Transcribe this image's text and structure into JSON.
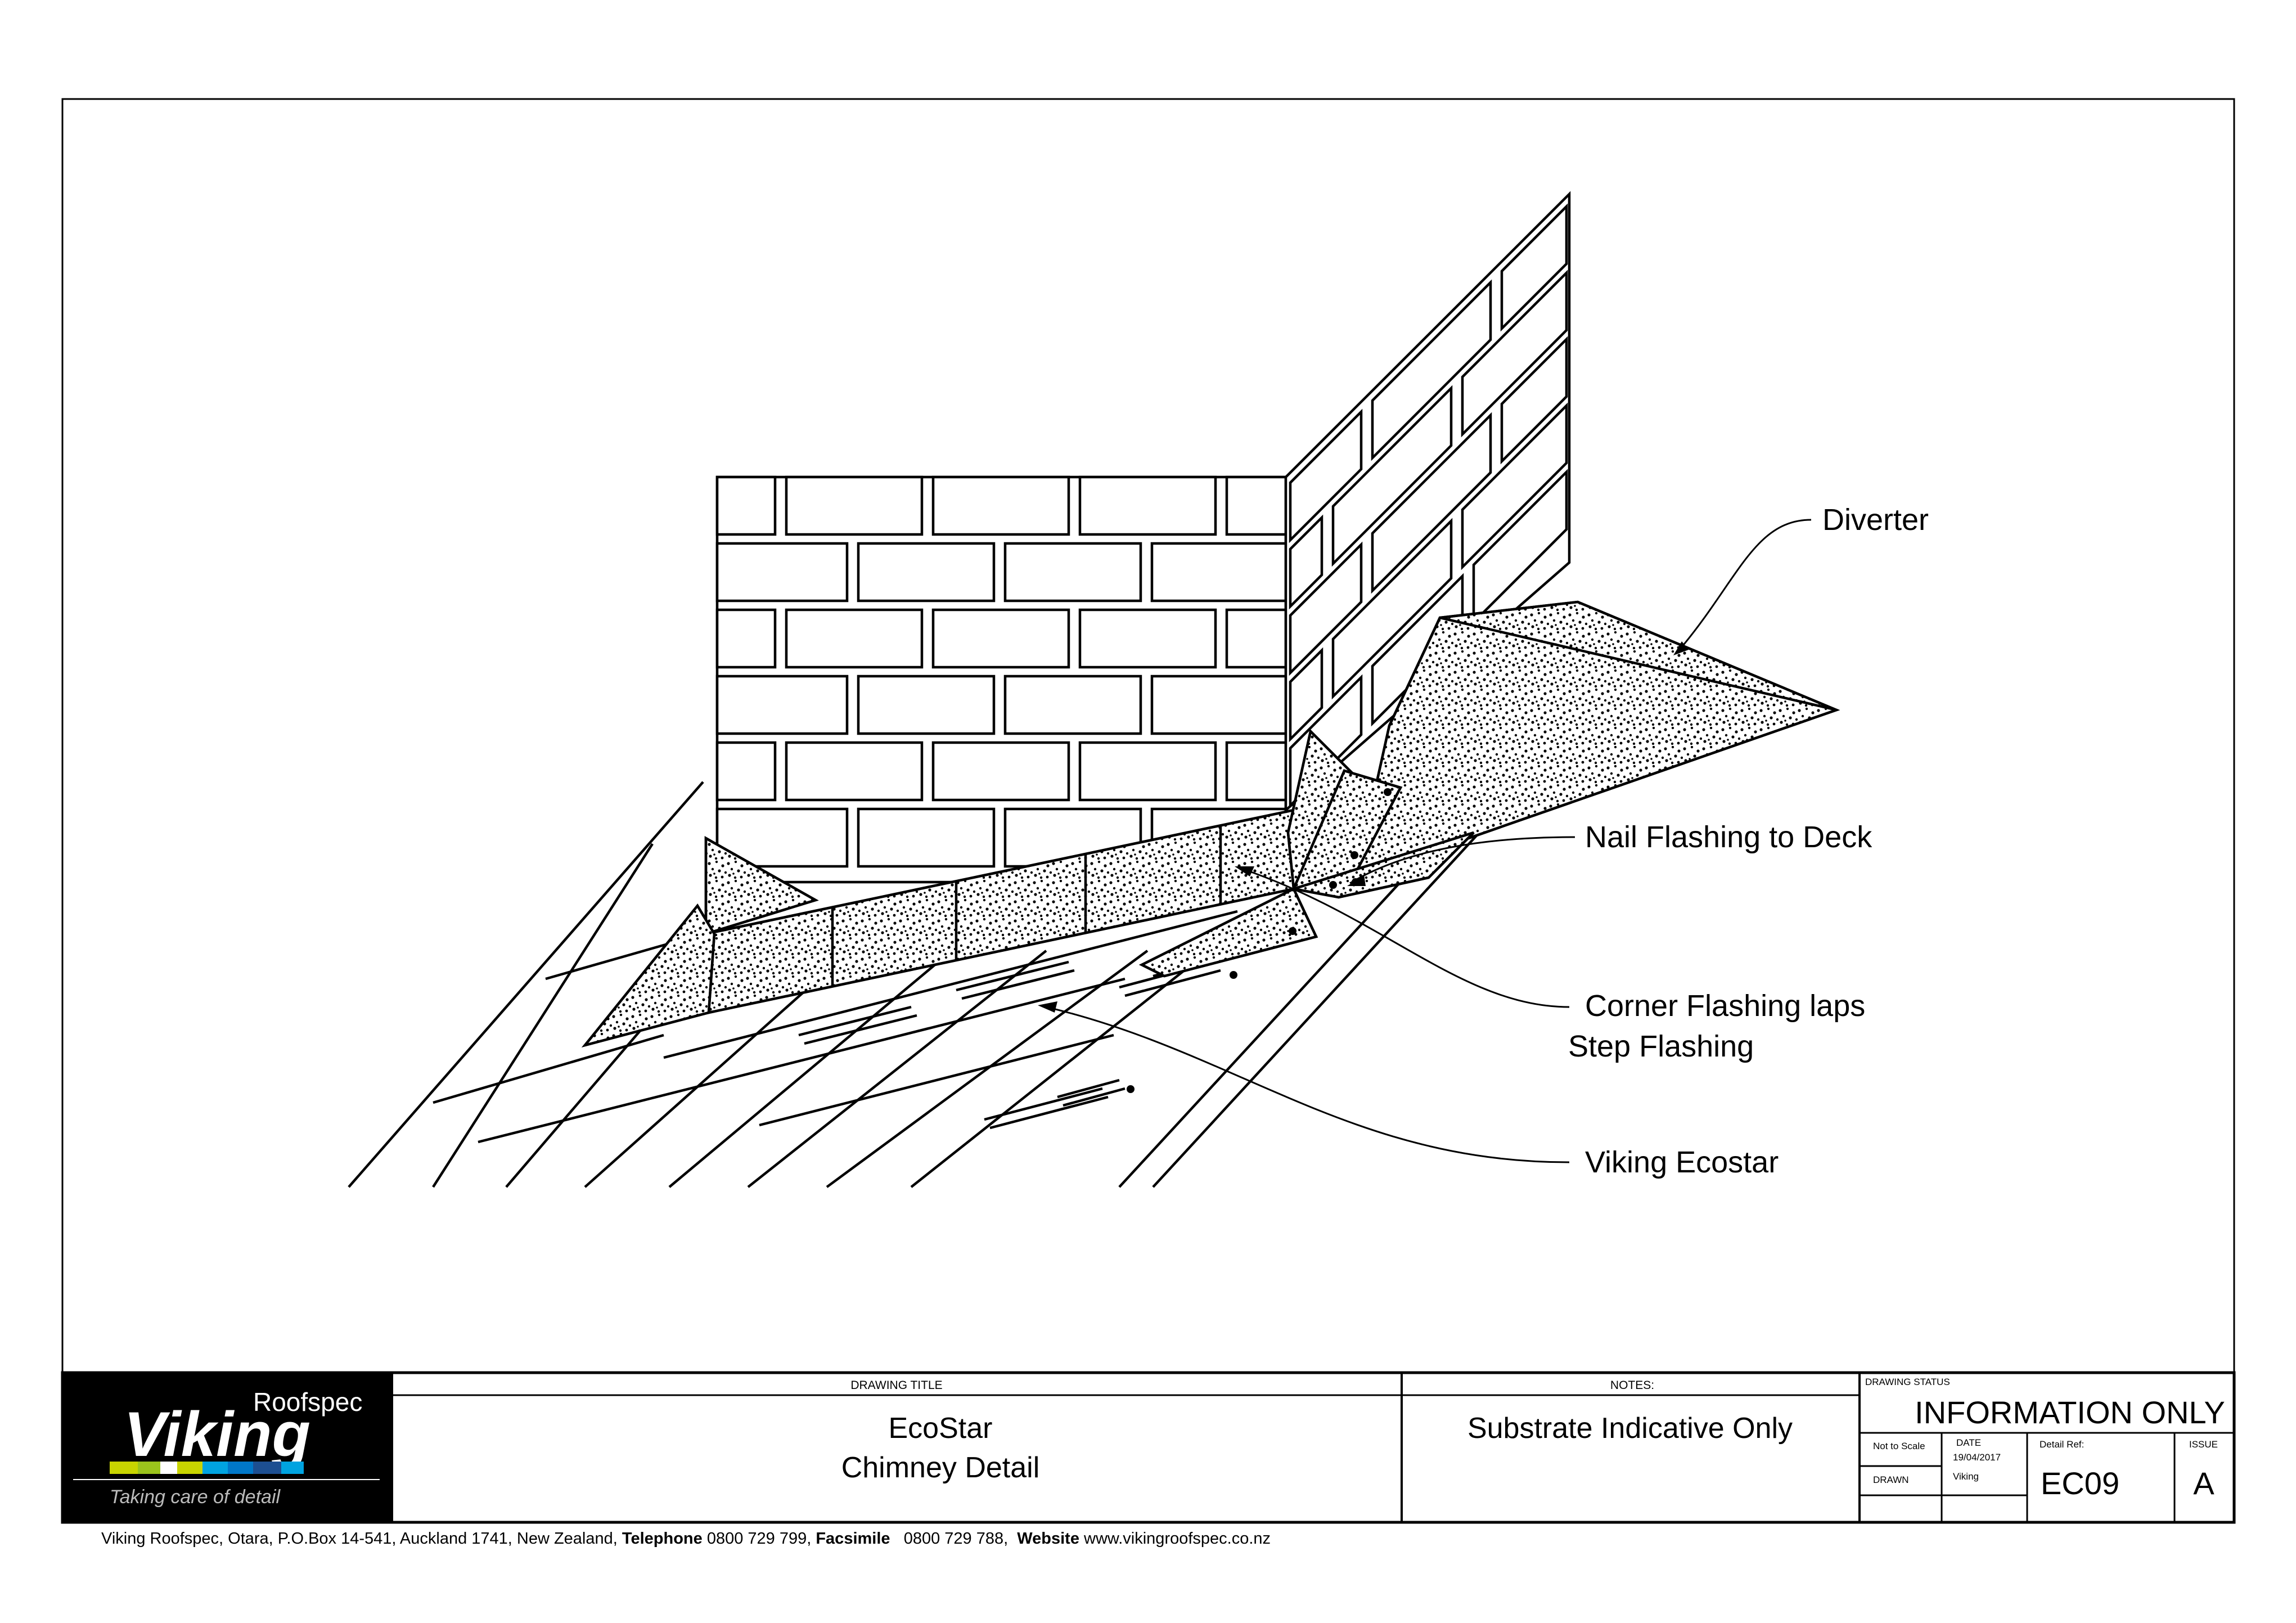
{
  "callouts": {
    "diverter": "Diverter",
    "nail_flashing": "Nail Flashing to Deck",
    "corner_flashing_1": "Corner Flashing laps",
    "corner_flashing_2": "Step Flashing",
    "viking_ecostar": "Viking Ecostar"
  },
  "logo": {
    "brand": "Viking",
    "sub": "Roofspec",
    "tagline": "Taking care of detail",
    "stripe_colors": [
      "#c8d400",
      "#9bc31c",
      "#ffffff",
      "#c8d400",
      "#00a3e0",
      "#0077c8",
      "#1d4f91",
      "#00a3e0"
    ]
  },
  "title_block": {
    "drawing_title_label": "DRAWING TITLE",
    "title_line1": "EcoStar",
    "title_line2": "Chimney Detail",
    "notes_label": "NOTES:",
    "notes_text": "Substrate Indicative Only",
    "status_label": "DRAWING STATUS",
    "status_value": "INFORMATION ONLY",
    "scale_label": "Not to Scale",
    "date_label": "DATE",
    "date_value": "19/04/2017",
    "detail_ref_label": "Detail Ref:",
    "detail_ref_value": "EC09",
    "issue_label": "ISSUE",
    "issue_value": "A",
    "drawn_label": "DRAWN",
    "drawn_value": "Viking"
  },
  "footer": {
    "address": "Viking Roofspec, Otara, P.O.Box 14-541, Auckland 1741, New Zealand, ",
    "tel_label": "Telephone",
    "tel_value": " 0800 729 799, ",
    "fax_label": "Facsimile",
    "fax_value": "   0800 729 788,  ",
    "web_label": "Website",
    "web_value": " www.vikingroofspec.co.nz"
  }
}
